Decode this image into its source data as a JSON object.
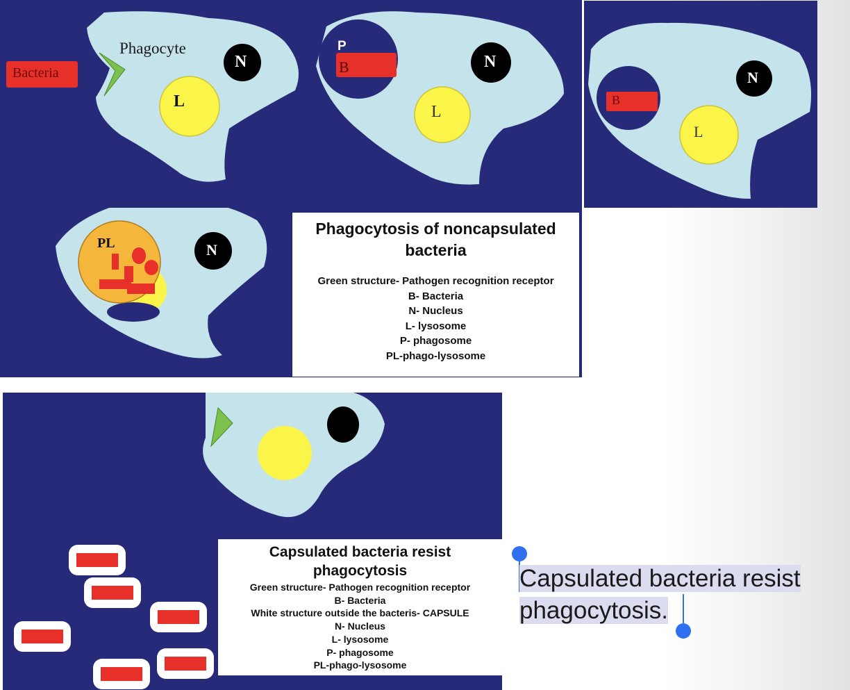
{
  "panel_a": {
    "labels": {
      "bacteria": "Bacteria",
      "phagocyte": "Phagocyte",
      "nucleus": "N",
      "lysosome": "L"
    }
  },
  "panel_b": {
    "labels": {
      "phagosome": "P",
      "bacteria": "B",
      "nucleus": "N",
      "lysosome": "L"
    }
  },
  "panel_c": {
    "labels": {
      "bacteria": "B",
      "nucleus": "N",
      "lysosome": "L"
    }
  },
  "panel_d": {
    "labels": {
      "phago_lysosome": "PL",
      "nucleus": "N"
    }
  },
  "legend_top": {
    "title_line1": "Phagocytosis of noncapsulated",
    "title_line2": "bacteria",
    "lines": [
      "Green structure- Pathogen recognition receptor",
      "B- Bacteria",
      "N- Nucleus",
      "L- lysosome",
      "P- phagosome",
      "PL-phago-lysosome"
    ]
  },
  "legend_bottom": {
    "title_line1": "Capsulated bacteria resist",
    "title_line2": "phagocytosis",
    "lines": [
      "Green structure- Pathogen recognition receptor",
      "B- Bacteria",
      "White structure outside the bacteris- CAPSULE",
      "N- Nucleus",
      "L- lysosome",
      "P- phagosome",
      "PL-phago-lysosome"
    ]
  },
  "selection": {
    "line1": "Capsulated bacteria resist",
    "line2": "phagocytosis."
  },
  "colors": {
    "background_panel": "#262a78",
    "cell": "#c5e3ea",
    "lysosome": "#fbf54a",
    "bacteria": "#e8302a",
    "receptor": "#7cc04e",
    "phagolysosome": "#f4b73c",
    "selection_handle": "#2f6ff0"
  }
}
